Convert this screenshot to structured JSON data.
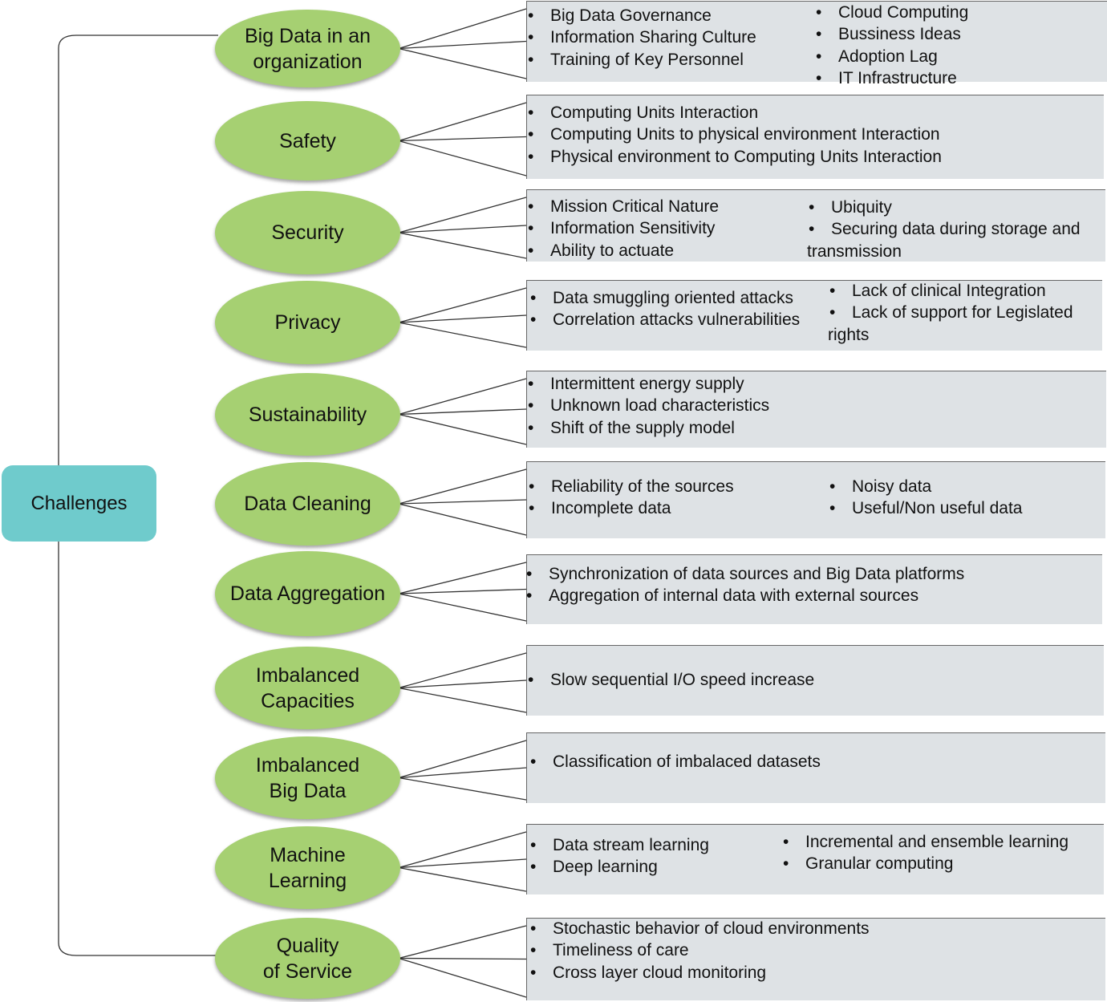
{
  "root": {
    "label": "Challenges"
  },
  "challenges": [
    {
      "label": "Big Data in an\norganization",
      "cols": [
        [
          "Big Data Governance",
          "Information Sharing Culture",
          "Training of Key Personnel"
        ],
        [
          "Cloud Computing",
          "Bussiness Ideas",
          "Adoption Lag",
          "IT Infrastructure"
        ]
      ]
    },
    {
      "label": "Safety",
      "cols": [
        [
          "Computing Units Interaction",
          "Computing Units to physical environment Interaction",
          "Physical environment to Computing Units Interaction"
        ]
      ]
    },
    {
      "label": "Security",
      "cols": [
        [
          "Mission Critical Nature",
          "Information Sensitivity",
          "Ability to actuate"
        ],
        [
          "Ubiquity",
          "Securing data during storage and",
          "transmission"
        ]
      ]
    },
    {
      "label": "Privacy",
      "cols": [
        [
          "Data smuggling oriented attacks",
          "Correlation attacks vulnerabilities"
        ],
        [
          "Lack of clinical Integration",
          "Lack of support for Legislated",
          "rights"
        ]
      ]
    },
    {
      "label": "Sustainability",
      "cols": [
        [
          "Intermittent energy supply",
          "Unknown load characteristics",
          "Shift of the supply model"
        ]
      ]
    },
    {
      "label": "Data Cleaning",
      "cols": [
        [
          "Reliability of the sources",
          "Incomplete data"
        ],
        [
          "Noisy data",
          "Useful/Non useful data"
        ]
      ]
    },
    {
      "label": "Data Aggregation",
      "cols": [
        [
          "Synchronization of data sources and Big Data platforms",
          "Aggregation of internal data with external sources"
        ]
      ]
    },
    {
      "label": "Imbalanced\nCapacities",
      "cols": [
        [
          "Slow sequential I/O speed increase"
        ]
      ]
    },
    {
      "label": "Imbalanced\nBig Data",
      "cols": [
        [
          "Classification of imbalaced datasets"
        ]
      ]
    },
    {
      "label": "Machine\nLearning",
      "cols": [
        [
          "Data stream learning",
          "Deep learning"
        ],
        [
          "Incremental and ensemble learning",
          "Granular computing"
        ]
      ]
    },
    {
      "label": "Quality\nof Service",
      "cols": [
        [
          "Stochastic behavior of cloud environments",
          "Timeliness of care",
          "Cross layer cloud monitoring"
        ]
      ]
    }
  ]
}
